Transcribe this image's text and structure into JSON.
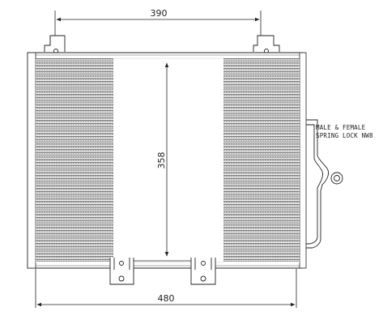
{
  "drawing": {
    "dim_width_top": "390",
    "dim_width_bottom": "480",
    "dim_height": "358",
    "connector_note_line1": "MALE & FEMALE",
    "connector_note_line2": "SPRING LOCK NW8"
  }
}
